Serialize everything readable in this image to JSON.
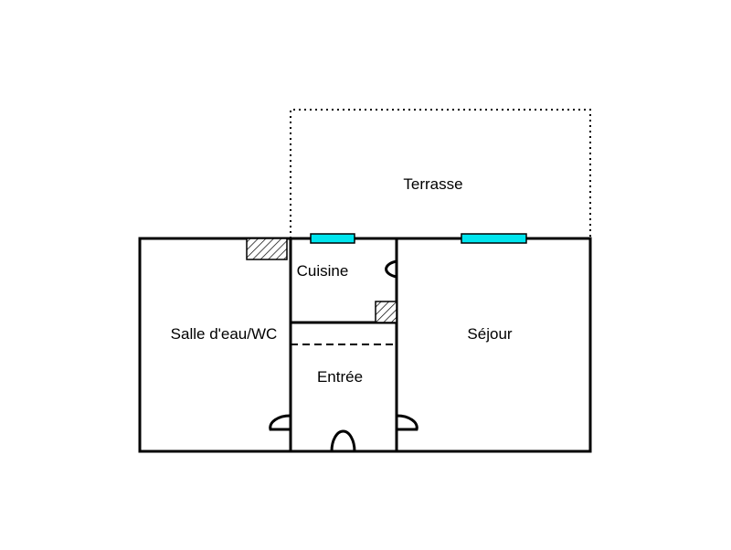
{
  "rooms": {
    "terrasse": "Terrasse",
    "cuisine": "Cuisine",
    "salle_eau": "Salle d'eau/WC",
    "sejour": "Séjour",
    "entree": "Entrée"
  },
  "colors": {
    "wall": "#000000",
    "window": "#00e5ee",
    "background": "#ffffff",
    "hatch": "#000000"
  },
  "icons": {
    "window": "window-icon",
    "door": "door-icon",
    "duct": "hatched-duct-icon"
  }
}
